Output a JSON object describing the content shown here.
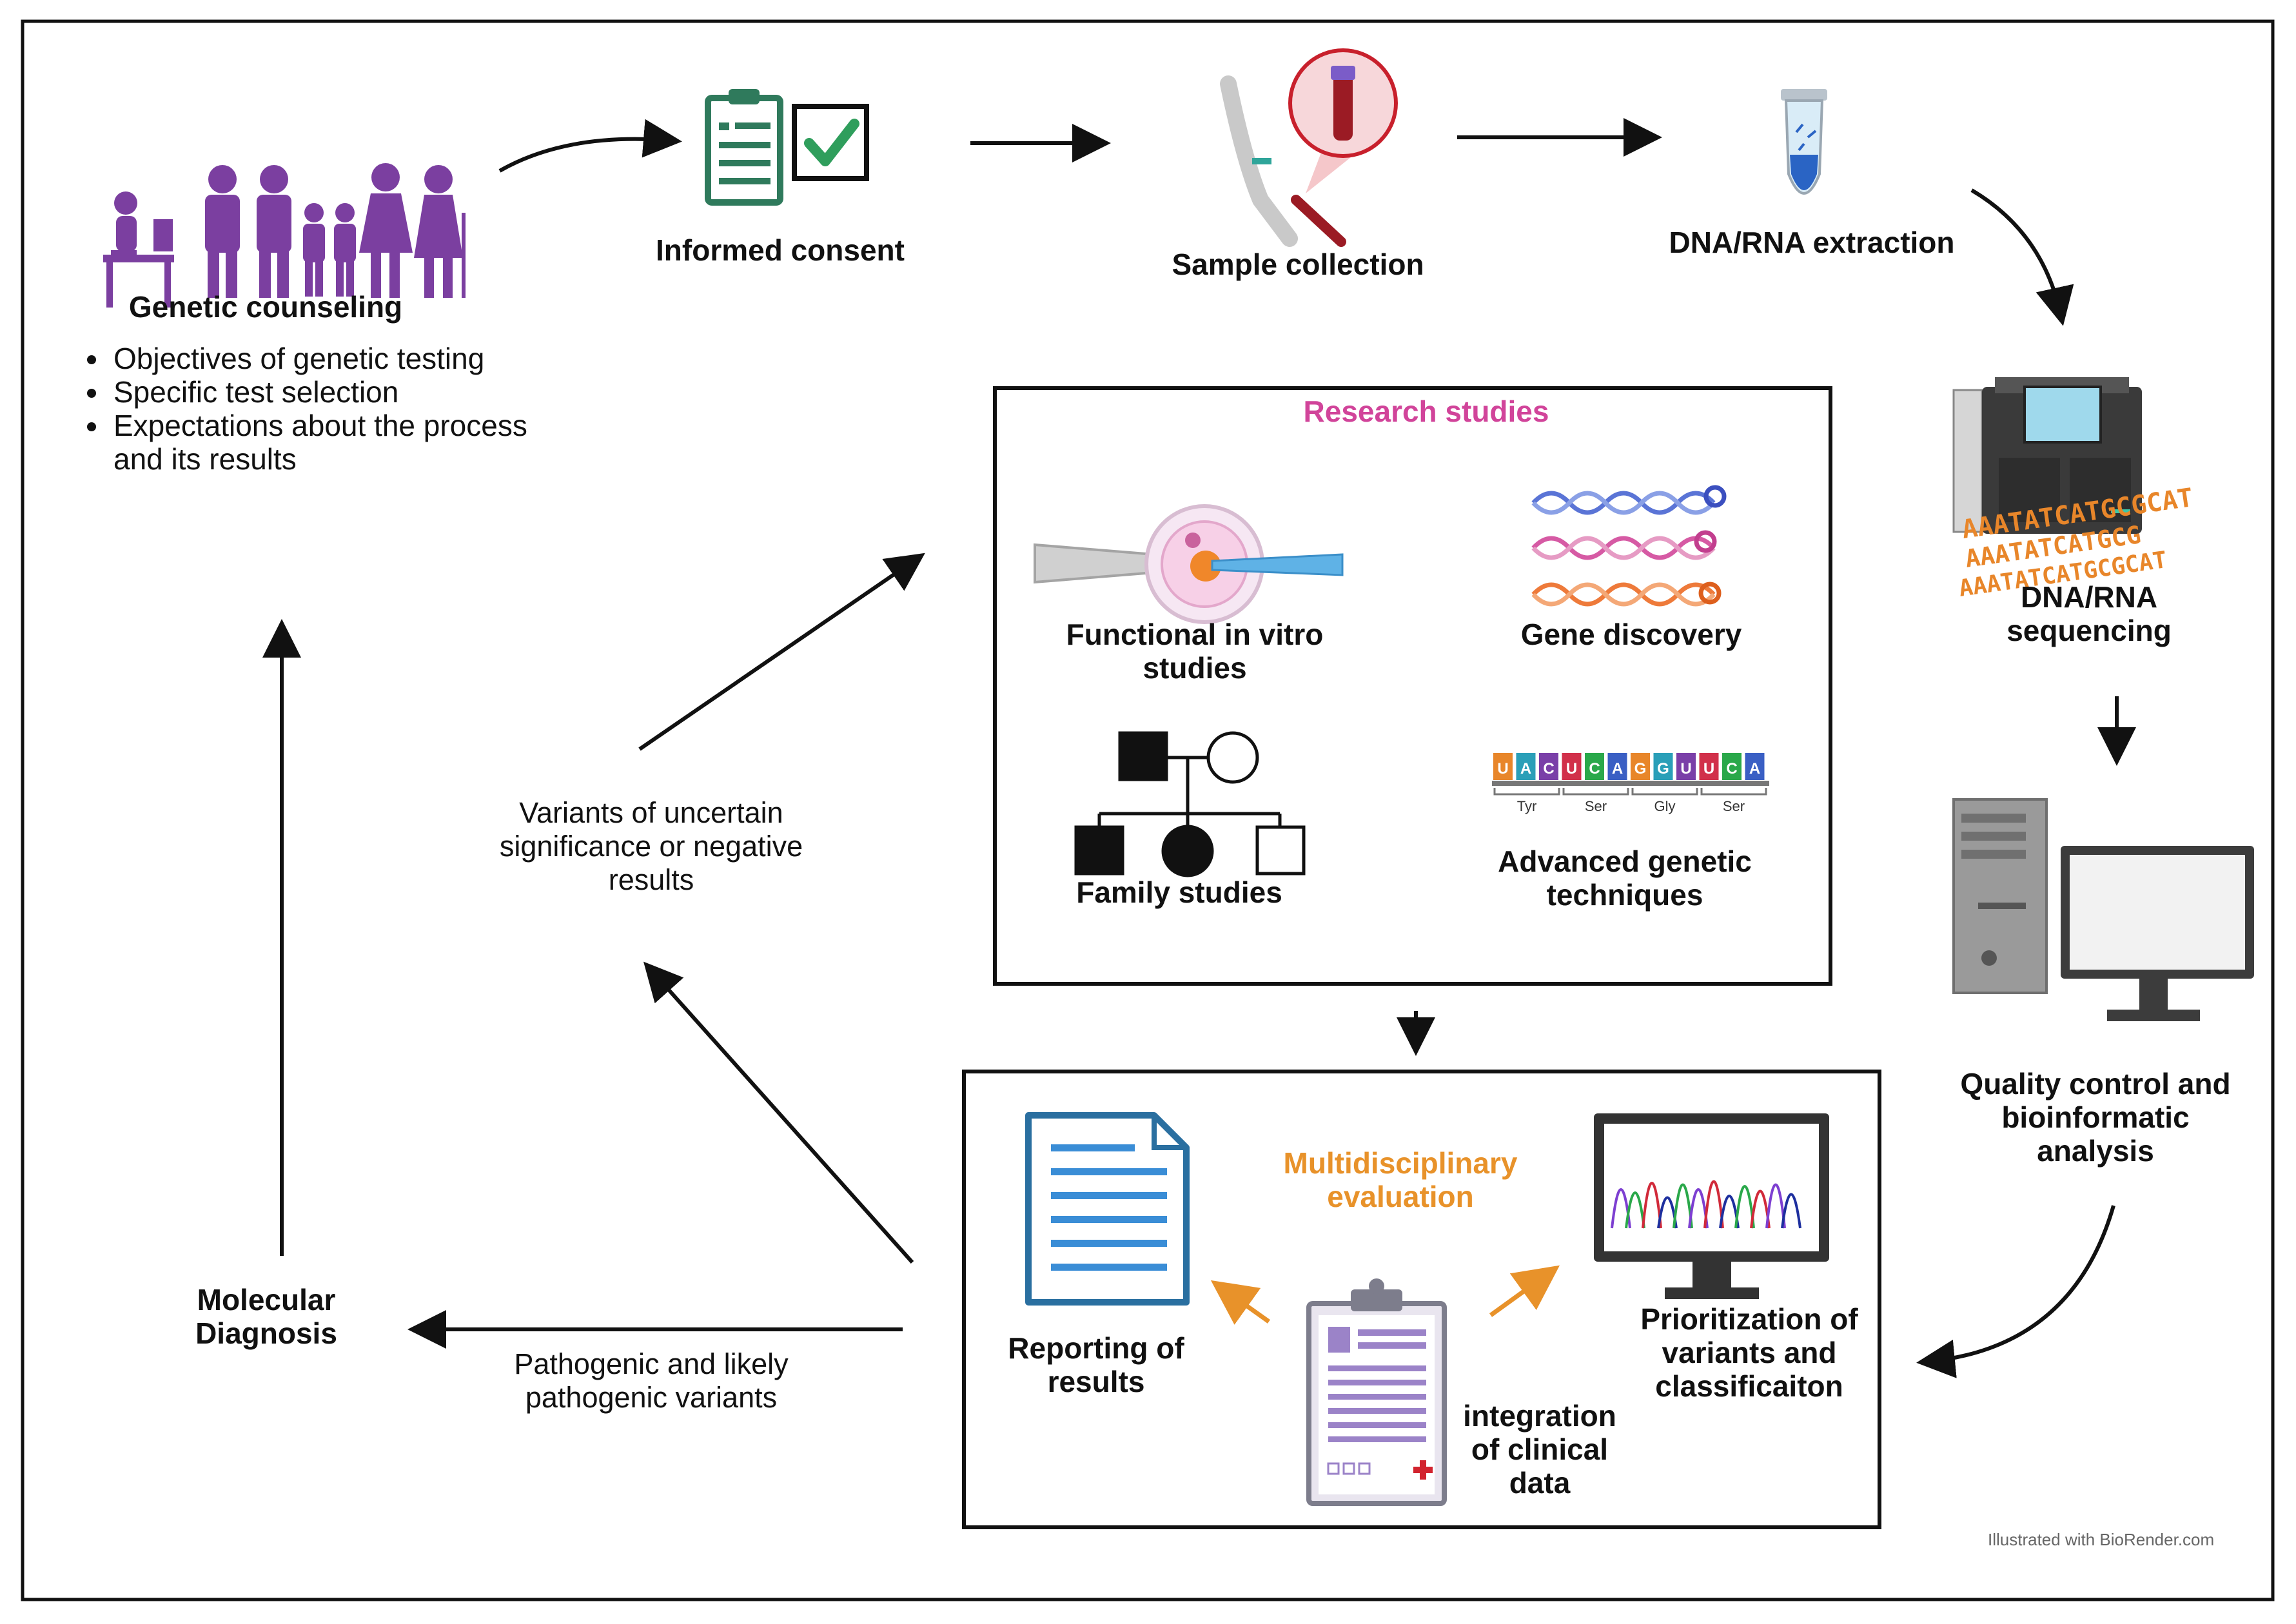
{
  "steps": {
    "genetic_counseling": "Genetic counseling",
    "informed_consent": "Informed consent",
    "sample_collection": "Sample collection",
    "extraction": "DNA/RNA extraction",
    "sequencing_line1": "DNA/RNA",
    "sequencing_line2": "sequencing",
    "qc_line1": "Quality control and",
    "qc_line2": "bioinformatic",
    "qc_line3": "analysis",
    "molecular_line1": "Molecular",
    "molecular_line2": "Diagnosis"
  },
  "counseling_points": [
    "Objectives of genetic testing",
    "Specific test selection",
    "Expectations about the process",
    "and its results"
  ],
  "research": {
    "title": "Research studies",
    "functional_line1": "Functional in vitro",
    "functional_line2": "studies",
    "gene_discovery": "Gene discovery",
    "family_studies": "Family studies",
    "advanced_line1": "Advanced genetic",
    "advanced_line2": "techniques",
    "codon_letters": [
      "U",
      "A",
      "C",
      "U",
      "C",
      "A",
      "G",
      "G",
      "U",
      "U",
      "C",
      "A"
    ],
    "amino_acids": [
      "Tyr",
      "Ser",
      "Gly",
      "Ser"
    ]
  },
  "sequence_text": [
    "AAATATCATGCGCAT",
    "AAATATCATGCG",
    "AAATATCATGCGCAT"
  ],
  "evaluation": {
    "title_line1": "Multidisciplinary",
    "title_line2": "evaluation",
    "reporting_line1": "Reporting of",
    "reporting_line2": "results",
    "integration_line1": "integration",
    "integration_line2": "of clinical",
    "integration_line3": "data",
    "prioritization_line1": "Prioritization of",
    "prioritization_line2": "variants and",
    "prioritization_line3": "classificaiton"
  },
  "edges": {
    "vus_line1": "Variants of uncertain",
    "vus_line2": "significance or negative",
    "vus_line3": "results",
    "patho_line1": "Pathogenic and likely",
    "patho_line2": "pathogenic variants"
  },
  "credit": "Illustrated with BioRender.com",
  "colors": {
    "research_title": "#d1449a",
    "eval_title": "#e8922a",
    "purple": "#7b3fa0",
    "teal": "#2f8a78",
    "blue": "#3a7fc4"
  }
}
